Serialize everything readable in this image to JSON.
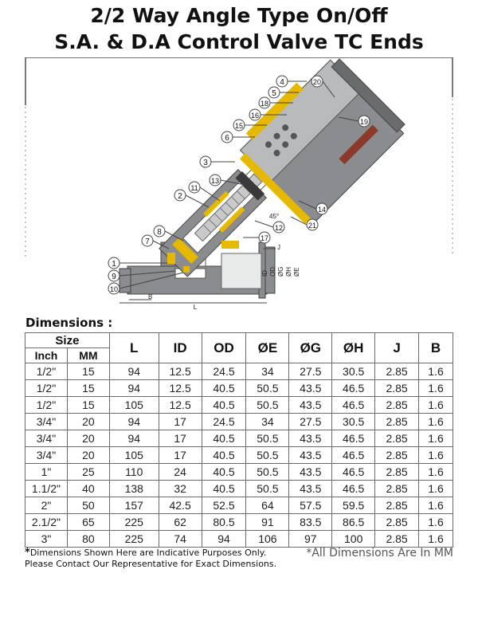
{
  "title": {
    "line1": "2/2 Way Angle Type On/Off",
    "line2": "S.A. & D.A Control Valve TC Ends"
  },
  "diagram": {
    "callouts": [
      "1",
      "2",
      "3",
      "4",
      "5",
      "6",
      "7",
      "8",
      "9",
      "10",
      "11",
      "12",
      "13",
      "14",
      "15",
      "16",
      "17",
      "18",
      "19",
      "20",
      "21"
    ],
    "dimension_labels": {
      "L": "L",
      "B": "B",
      "J": "J",
      "ID": "ID",
      "OD": "OD",
      "OG": "ØG",
      "OE": "ØE",
      "OH": "ØH",
      "ANGLE": "45°"
    },
    "colors": {
      "body": "#8a8c8f",
      "seal": "#e6b800",
      "dark": "#3a3a3a",
      "spring": "#c9c9c9"
    }
  },
  "dimensions": {
    "heading": "Dimensions :",
    "header": {
      "size": "Size",
      "inch": "Inch",
      "mm": "MM",
      "cols": [
        "L",
        "ID",
        "OD",
        "ØE",
        "ØG",
        "ØH",
        "J",
        "B"
      ]
    },
    "rows": [
      [
        "1/2\"",
        "15",
        "94",
        "12.5",
        "24.5",
        "34",
        "27.5",
        "30.5",
        "2.85",
        "1.6"
      ],
      [
        "1/2\"",
        "15",
        "94",
        "12.5",
        "40.5",
        "50.5",
        "43.5",
        "46.5",
        "2.85",
        "1.6"
      ],
      [
        "1/2\"",
        "15",
        "105",
        "12.5",
        "40.5",
        "50.5",
        "43.5",
        "46.5",
        "2.85",
        "1.6"
      ],
      [
        "3/4\"",
        "20",
        "94",
        "17",
        "24.5",
        "34",
        "27.5",
        "30.5",
        "2.85",
        "1.6"
      ],
      [
        "3/4\"",
        "20",
        "94",
        "17",
        "40.5",
        "50.5",
        "43.5",
        "46.5",
        "2.85",
        "1.6"
      ],
      [
        "3/4\"",
        "20",
        "105",
        "17",
        "40.5",
        "50.5",
        "43.5",
        "46.5",
        "2.85",
        "1.6"
      ],
      [
        "1\"",
        "25",
        "110",
        "24",
        "40.5",
        "50.5",
        "43.5",
        "46.5",
        "2.85",
        "1.6"
      ],
      [
        "1.1/2\"",
        "40",
        "138",
        "32",
        "40.5",
        "50.5",
        "43.5",
        "46.5",
        "2.85",
        "1.6"
      ],
      [
        "2\"",
        "50",
        "157",
        "42.5",
        "52.5",
        "64",
        "57.5",
        "59.5",
        "2.85",
        "1.6"
      ],
      [
        "2.1/2\"",
        "65",
        "225",
        "62",
        "80.5",
        "91",
        "83.5",
        "86.5",
        "2.85",
        "1.6"
      ],
      [
        "3\"",
        "80",
        "225",
        "74",
        "94",
        "106",
        "97",
        "100",
        "2.85",
        "1.6"
      ]
    ]
  },
  "notes": {
    "star": "*",
    "line1": "Dimensions Shown Here are Indicative Purposes Only.",
    "line2": "Please Contact Our Representative for Exact Dimensions.",
    "right": "*All Dimensions Are In MM"
  }
}
